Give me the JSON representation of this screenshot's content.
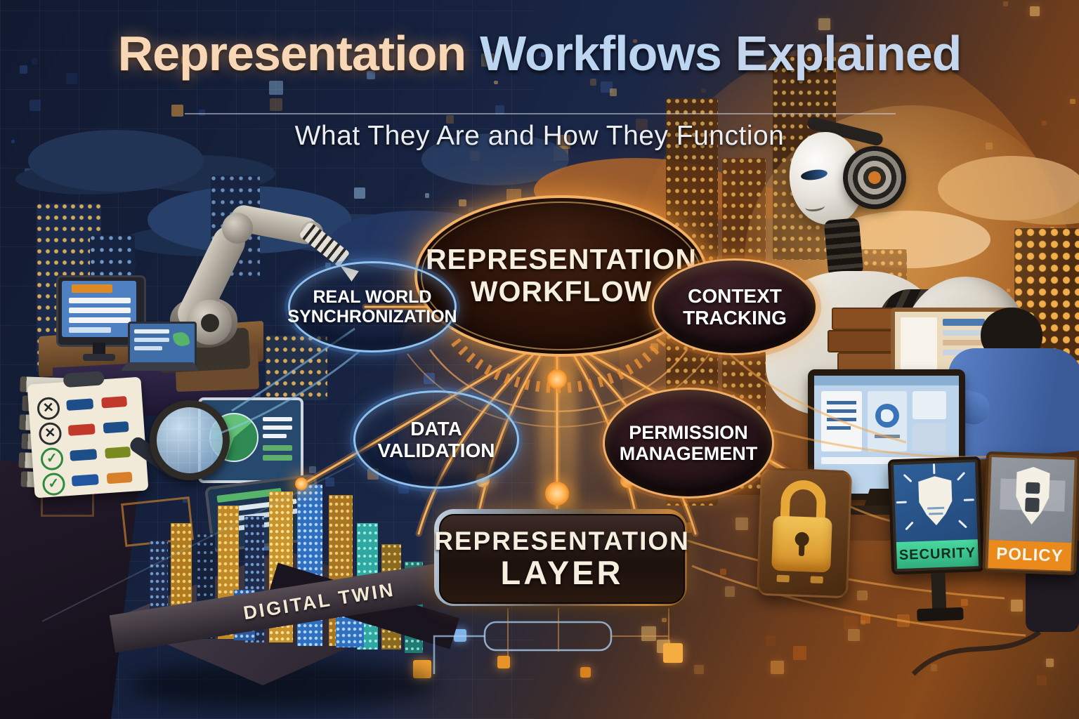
{
  "header": {
    "title_part1": "Representation",
    "title_part2": "Workflows",
    "title_part3": "Explained",
    "subtitle": "What They Are and How They Function"
  },
  "diagram": {
    "center_node": {
      "label_line1": "REPRESENTATION",
      "label_line2": "WORKFLOW"
    },
    "nodes": [
      {
        "id": "real-world-synchronization",
        "label_line1": "REAL WORLD",
        "label_line2": "SYNCHRONIZATION",
        "style": "blue"
      },
      {
        "id": "context-tracking",
        "label_line1": "CONTEXT",
        "label_line2": "TRACKING",
        "style": "dark-orange"
      },
      {
        "id": "data-validation",
        "label_line1": "DATA",
        "label_line2": "VALIDATION",
        "style": "blue"
      },
      {
        "id": "permission-management",
        "label_line1": "PERMISSION",
        "label_line2": "MANAGEMENT",
        "style": "dark-orange"
      }
    ],
    "layer_box": {
      "label_line1": "REPRESENTATION",
      "label_line2": "LAYER"
    }
  },
  "scene": {
    "digital_twin_label": "DIGITAL TWIN",
    "security_sign_label": "SECURITY",
    "policy_sign_label": "POLICY",
    "checklist_marks": [
      "x",
      "x",
      "check",
      "check"
    ],
    "icons": [
      "robot-arm-icon",
      "humanoid-robot-icon",
      "padlock-icon",
      "security-shield-icon",
      "policy-shield-icon",
      "magnifying-glass-icon",
      "checklist-clipboard-icon",
      "monitor-icon",
      "laptop-icon",
      "pie-chart-screen-icon",
      "tablet-icon",
      "digital-twin-city-icon",
      "worker-at-desk-icon",
      "cloud-icon",
      "file-stack-icon"
    ]
  },
  "colors": {
    "accent_orange": "#f5a243",
    "accent_blue": "#8fc2ee",
    "background_navy": "#141c33",
    "background_orange": "#c26a1e",
    "security_green": "#3ecf96",
    "policy_orange": "#ea8a1c",
    "lock_gold": "#e8b84b"
  }
}
